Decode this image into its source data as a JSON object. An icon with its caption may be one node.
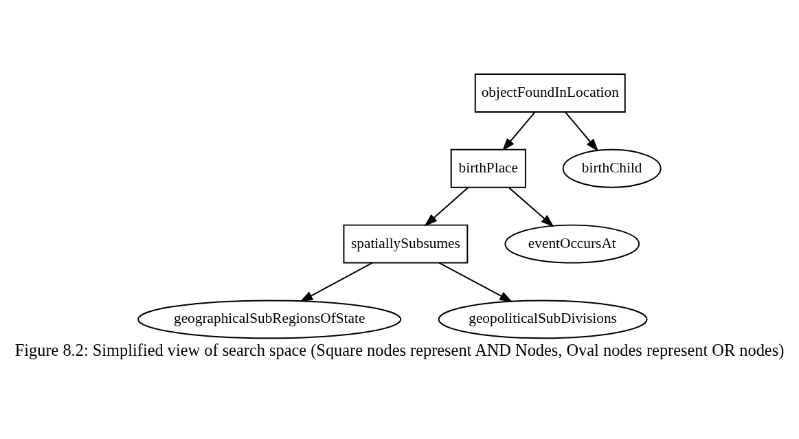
{
  "diagram": {
    "caption": "Figure 8.2: Simplified view of search space (Square nodes represent AND Nodes, Oval nodes represent OR nodes)",
    "nodes": [
      {
        "text": [
          "objectFoundInLocation"
        ]
      },
      {
        "text": [
          "birthPlace"
        ]
      },
      {
        "text": [
          "birthChild"
        ]
      },
      {
        "text": [
          "spatiallySubsumes"
        ]
      },
      {
        "text": [
          "eventOccursAt"
        ]
      },
      {
        "text": [
          "geographicalSubRegionsOfState"
        ]
      },
      {
        "text": [
          "geopoliticalSubDivisions"
        ]
      }
    ],
    "edges": [
      {
        "from": 0,
        "to": 1,
        "arrow": "to"
      },
      {
        "from": 0,
        "to": 2,
        "arrow": "to"
      },
      {
        "from": 1,
        "to": 3,
        "arrow": "to"
      },
      {
        "from": 1,
        "to": 4,
        "arrow": "to"
      },
      {
        "from": 3,
        "to": 5,
        "arrow": "to"
      },
      {
        "from": 3,
        "to": 6,
        "arrow": "to"
      }
    ]
  }
}
